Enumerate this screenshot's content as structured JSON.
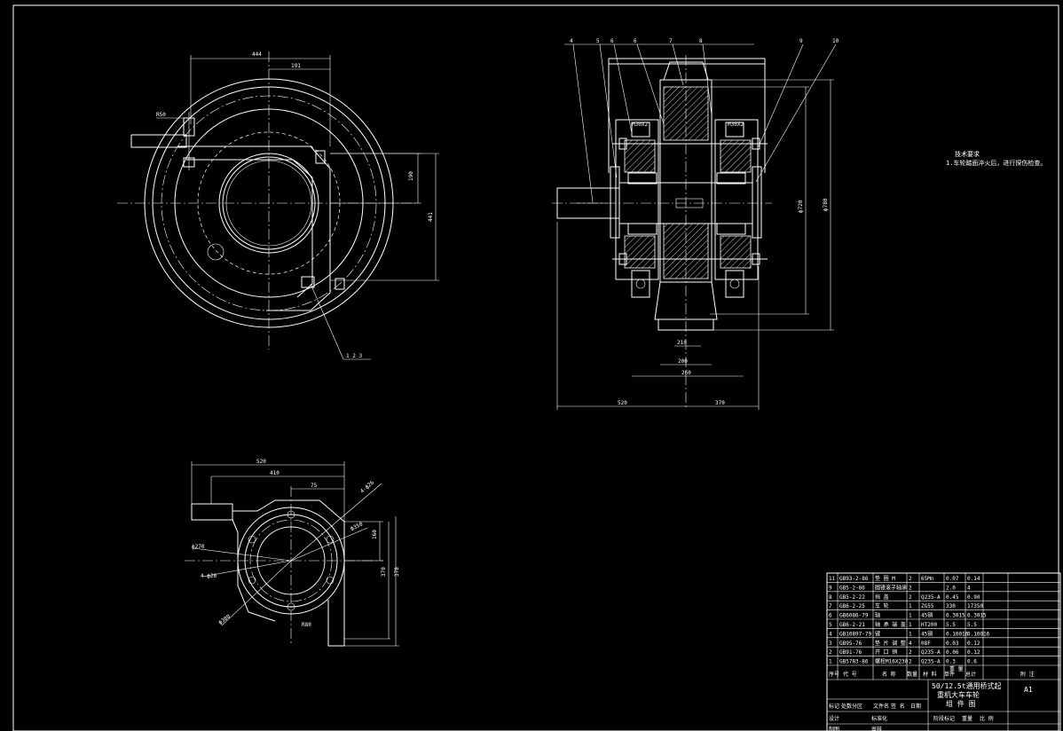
{
  "top_view": {
    "dims": {
      "d444": "444",
      "d191": "191",
      "d190": "190",
      "d441": "441",
      "dR50": "R50"
    },
    "balloons": "1 2 3"
  },
  "section_view": {
    "balloons": [
      "4",
      "5",
      "6",
      "6",
      "7",
      "8",
      "9",
      "10"
    ],
    "dims": {
      "d5": "520",
      "d5b": "200",
      "d210": "210",
      "d260": "260",
      "dM": "520",
      "dN": "370",
      "dV1": "ф720",
      "dV2": "ф780",
      "dBL": "M30X2",
      "dBR": "M30X2"
    }
  },
  "bottom_view": {
    "dims": {
      "d520": "520",
      "d410": "410",
      "d75": "75",
      "d160": "160",
      "d370": "370",
      "d378": "378",
      "dR80": "R80",
      "dA1": "4-ф26",
      "dA2": "ф350",
      "dA3": "ф270",
      "dA4": "4-ф26",
      "dA5": "ф380"
    }
  },
  "notes": {
    "title": "技术要求",
    "line1": "1.车轮踏面淬火后，进行探伤检查。"
  },
  "parts_table": {
    "rows": [
      [
        "11",
        "GB93-2-86",
        "垫 圈 M",
        "2",
        "65Mn",
        "0.07",
        "0.14"
      ],
      [
        "9",
        "GB5-2-86",
        "圆锥滚子轴承",
        "2",
        "",
        "2.0",
        "4"
      ],
      [
        "8",
        "GB5-2-22",
        "挡 盖",
        "2",
        "Q235-A",
        "0.45",
        "0.90"
      ],
      [
        "7",
        "GB6-2-25",
        "车 轮",
        "1",
        "ZG55",
        "330",
        "17350"
      ],
      [
        "6",
        "GB6086-79",
        "轴",
        "1",
        "45钢",
        "0.3015",
        "0.3015"
      ],
      [
        "5",
        "GB6-2-21",
        "轴 承 端 盖",
        "1",
        "HT200",
        "5.5",
        "5.5"
      ],
      [
        "4",
        "GB10897-79",
        "键",
        "1",
        "45钢",
        "0.10016",
        "0.10016"
      ],
      [
        "3",
        "GB95-76",
        "垫 片 调 整",
        "4",
        "08F",
        "0.03",
        "0.12"
      ],
      [
        "2",
        "GB91-76",
        "开 口 销",
        "2",
        "Q235-A",
        "0.06",
        "0.12"
      ],
      [
        "1",
        "GB5783-86",
        "螺栓M16X230",
        "2",
        "Q235-A",
        "0.3",
        "0.6"
      ]
    ],
    "header": [
      "序号",
      "代 号",
      "名 称",
      "数量",
      "材 料",
      "单件",
      "总计",
      "附 注"
    ],
    "header_sub": "重 量",
    "title_line1": "50/12.5t通用桥式起",
    "title_line2": "重机大车车轮",
    "title_line3": "组 件 图",
    "sheet": "A1",
    "row_a": [
      "标记",
      "处数",
      "分区",
      "文件名",
      "签 名",
      "日期"
    ],
    "row_b": [
      "设计",
      "",
      "标准化",
      "",
      "阶段标记",
      "重量",
      "比 例"
    ],
    "row_c": [
      "制图",
      "",
      "审核"
    ]
  }
}
